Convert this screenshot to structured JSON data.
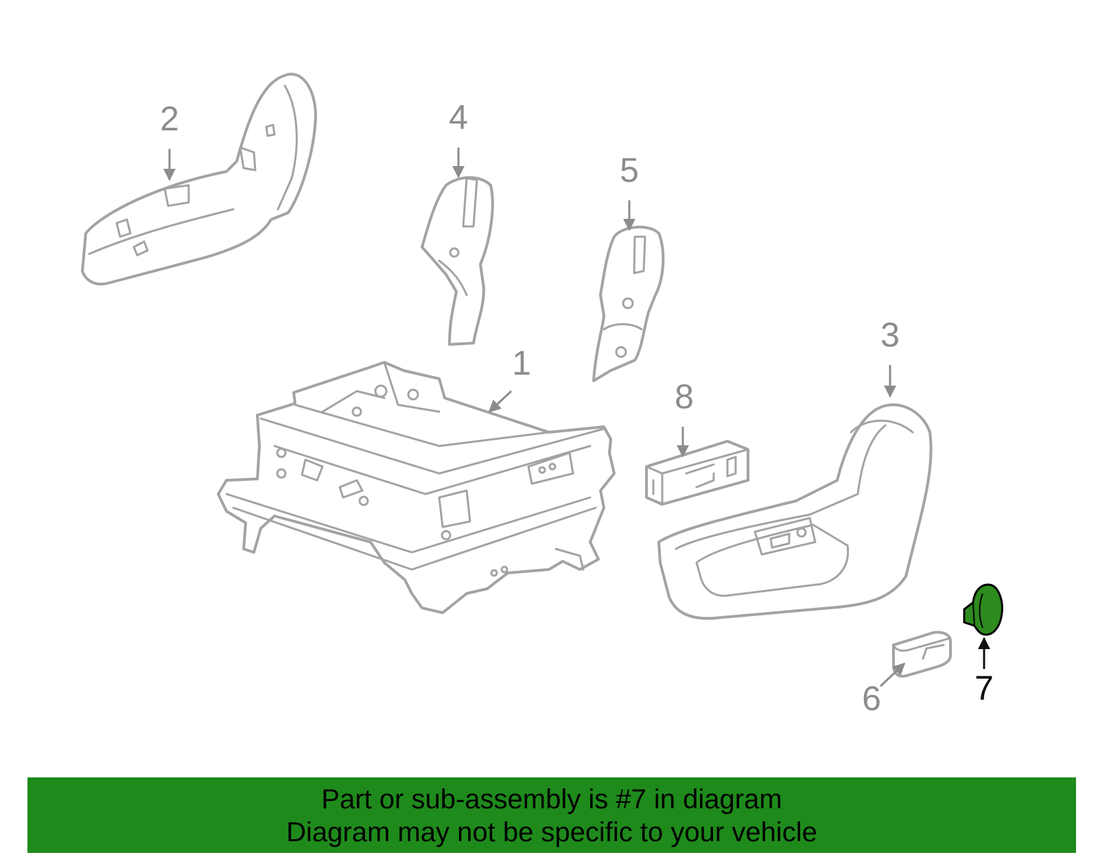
{
  "colors": {
    "highlight_part": "#2e8b1e",
    "banner_background": "#1f8a1c",
    "line_art": "#a3a3a3",
    "callout_text": "#8c8c8c"
  },
  "diagram": {
    "callouts": [
      {
        "id": "1",
        "label": "1"
      },
      {
        "id": "2",
        "label": "2"
      },
      {
        "id": "3",
        "label": "3"
      },
      {
        "id": "4",
        "label": "4"
      },
      {
        "id": "5",
        "label": "5"
      },
      {
        "id": "6",
        "label": "6"
      },
      {
        "id": "7",
        "label": "7"
      },
      {
        "id": "8",
        "label": "8"
      }
    ],
    "highlighted_callout": "7"
  },
  "banner": {
    "line1": "Part or sub-assembly is #7 in diagram",
    "line2": "Diagram may not be specific to your vehicle"
  }
}
